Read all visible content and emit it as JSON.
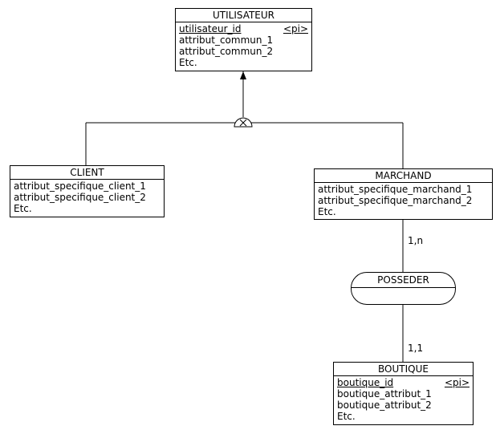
{
  "entities": {
    "utilisateur": {
      "name": "UTILISATEUR",
      "attributes": [
        {
          "name": "utilisateur_id",
          "pk": true,
          "tag": "<pi>"
        },
        {
          "name": "attribut_commun_1"
        },
        {
          "name": "attribut_commun_2"
        },
        {
          "name": "Etc."
        }
      ]
    },
    "client": {
      "name": "CLIENT",
      "attributes": [
        {
          "name": "attribut_specifique_client_1"
        },
        {
          "name": "attribut_specifique_client_2"
        },
        {
          "name": "Etc."
        }
      ]
    },
    "marchand": {
      "name": "MARCHAND",
      "attributes": [
        {
          "name": "attribut_specifique_marchand_1"
        },
        {
          "name": "attribut_specifique_marchand_2"
        },
        {
          "name": "Etc."
        }
      ]
    },
    "boutique": {
      "name": "BOUTIQUE",
      "attributes": [
        {
          "name": "boutique_id",
          "pk": true,
          "tag": "<pi>"
        },
        {
          "name": "boutique_attribut_1"
        },
        {
          "name": "boutique_attribut_2"
        },
        {
          "name": "Etc."
        }
      ]
    }
  },
  "relationship": {
    "name": "POSSEDER",
    "card_marchand": "1,n",
    "card_boutique": "1,1"
  },
  "inheritance": {
    "symbol": "exclusive-inheritance-icon"
  }
}
